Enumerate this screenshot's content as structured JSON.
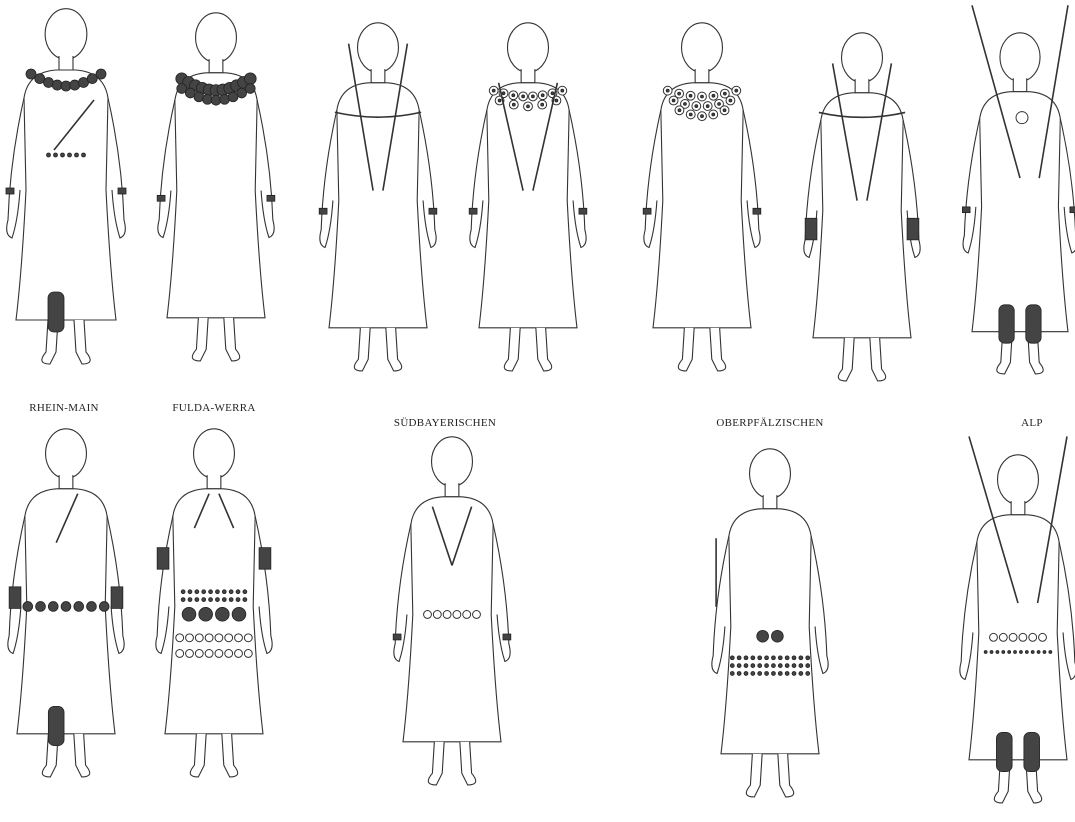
{
  "regions": [
    {
      "key": "rhein_main",
      "label": "RHEIN-MAIN"
    },
    {
      "key": "fulda_werra",
      "label": "FULDA-WERRA"
    },
    {
      "key": "sudbayerischen",
      "label": "SÜDBAYERISCHEN"
    },
    {
      "key": "oberpfalzischen",
      "label": "OBERPFÄLZISCHEN"
    },
    {
      "key": "alp",
      "label": "ALP"
    }
  ],
  "figures": {
    "top": [
      {
        "region": "rhein_main",
        "ornaments": [
          "necklace",
          "single-pin",
          "belt-dots",
          "bracelets",
          "leg-ornament"
        ]
      },
      {
        "region": "fulda_werra",
        "ornaments": [
          "collar",
          "bracelets"
        ]
      },
      {
        "region": "sudbayerischen",
        "ornaments": [
          "shoulder-band",
          "crossed-pins",
          "bracelet"
        ]
      },
      {
        "region": "sudbayerischen",
        "ornaments": [
          "disc-collar",
          "crossed-pins",
          "bracelets"
        ]
      },
      {
        "region": "oberpfalzischen",
        "ornaments": [
          "disc-collar",
          "bracelets"
        ]
      },
      {
        "region": "oberpfalzischen",
        "ornaments": [
          "shoulder-band",
          "crossed-pins",
          "arm-rings"
        ]
      },
      {
        "region": "alp",
        "ornaments": [
          "long-pins",
          "pendant",
          "bracelets",
          "leg-ornaments"
        ]
      }
    ],
    "bottom": [
      {
        "region": "rhein_main",
        "ornaments": [
          "single-pin",
          "arm-bands",
          "belt-discs",
          "leg-ornament"
        ]
      },
      {
        "region": "fulda_werra",
        "ornaments": [
          "two-pins",
          "arm-rings",
          "belt-discs",
          "ring-rows"
        ]
      },
      {
        "region": "sudbayerischen",
        "ornaments": [
          "v-neck",
          "belt-rings",
          "bracelets"
        ]
      },
      {
        "region": "oberpfalzischen",
        "ornaments": [
          "pin",
          "belt-spirals",
          "belt-plate"
        ]
      },
      {
        "region": "alp",
        "ornaments": [
          "long-pins",
          "belt-rings",
          "leg-ornaments"
        ]
      }
    ]
  }
}
